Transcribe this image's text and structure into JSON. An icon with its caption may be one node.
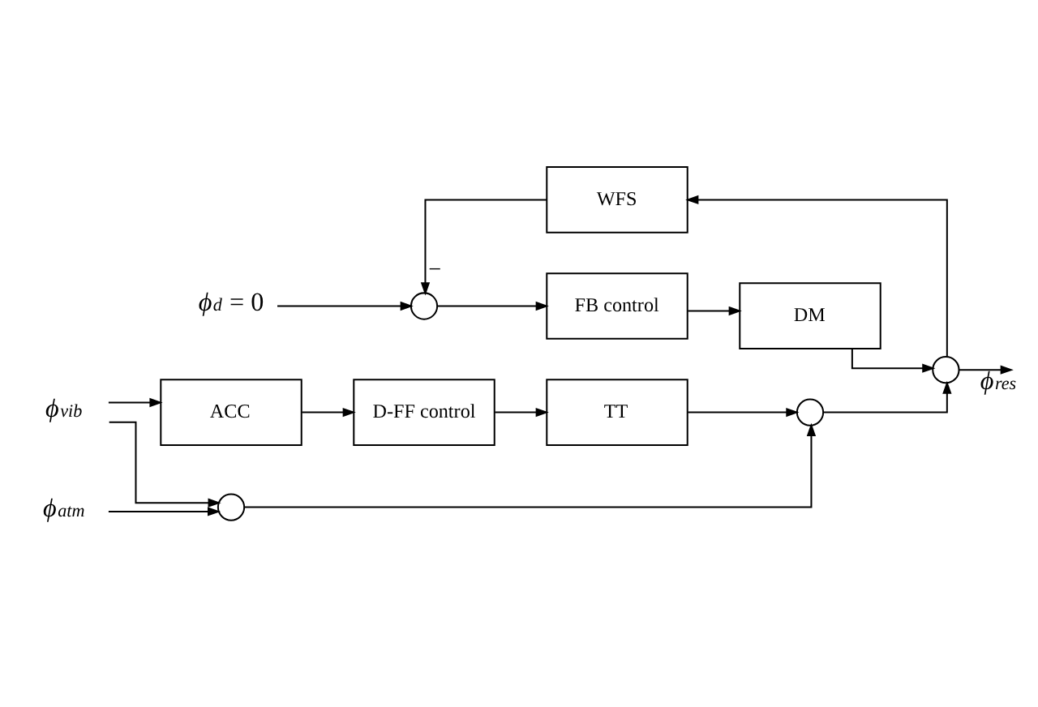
{
  "diagram": {
    "nodes": [
      {
        "text": [
          "ACC"
        ]
      },
      {
        "text": [
          "D-FF control"
        ]
      },
      {
        "text": [
          "TT"
        ]
      },
      {
        "text": [
          "FB control"
        ]
      },
      {
        "text": [
          "DM"
        ]
      },
      {
        "text": [
          "WFS"
        ]
      },
      {
        "text": [],
        "shape": "circle"
      },
      {
        "text": [],
        "shape": "circle"
      },
      {
        "text": [],
        "shape": "circle"
      },
      {
        "text": [],
        "shape": "circle"
      },
      {
        "text": [
          "ϕ$_{vib}$"
        ]
      },
      {
        "text": [
          "ϕ$_{atm}$"
        ]
      },
      {
        "text": [
          "ϕ$_{d}$ = 0"
        ]
      }
    ],
    "edges": [
      {
        "from": 10,
        "to": 0,
        "arrow": "to"
      },
      {
        "from": 10,
        "to": 6,
        "arrow": "to"
      },
      {
        "from": 11,
        "to": 6,
        "arrow": "to"
      },
      {
        "from": 0,
        "to": 1,
        "arrow": "to"
      },
      {
        "from": 1,
        "to": 2,
        "arrow": "to"
      },
      {
        "from": 2,
        "to": 7,
        "arrow": "to"
      },
      {
        "from": 6,
        "to": 7,
        "arrow": "to"
      },
      {
        "from": 7,
        "to": 8,
        "arrow": "to"
      },
      {
        "from": 12,
        "to": 9,
        "arrow": "to"
      },
      {
        "from": 9,
        "to": 3,
        "arrow": "to"
      },
      {
        "from": 3,
        "to": 4,
        "arrow": "to"
      },
      {
        "from": 4,
        "to": 8,
        "arrow": "to"
      },
      {
        "from": 8,
        "to": null,
        "arrow": "to",
        "label": "ϕ$_{res}$"
      },
      {
        "from": 8,
        "to": 5,
        "arrow": "to"
      },
      {
        "from": 5,
        "to": 9,
        "arrow": "to",
        "label": "−"
      }
    ]
  }
}
